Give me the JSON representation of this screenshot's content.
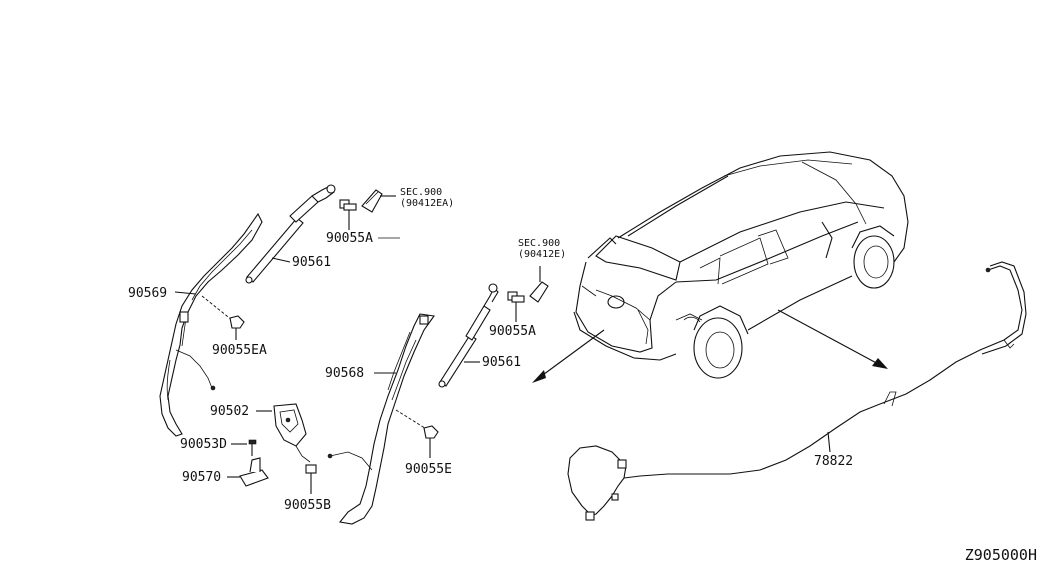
{
  "diagram": {
    "id": "Z905000H",
    "references": [
      {
        "name": "sec-900-upper",
        "line1": "SEC.900",
        "line2": "(90412EA)"
      },
      {
        "name": "sec-900-lower",
        "line1": "SEC.900",
        "line2": "(90412E)"
      }
    ],
    "parts": [
      {
        "name": "90569",
        "label": "90569"
      },
      {
        "name": "90561-upper",
        "label": "90561"
      },
      {
        "name": "90055a-upper",
        "label": "90055A"
      },
      {
        "name": "90055ea",
        "label": "90055EA"
      },
      {
        "name": "90502",
        "label": "90502"
      },
      {
        "name": "90053d",
        "label": "90053D"
      },
      {
        "name": "90570",
        "label": "90570"
      },
      {
        "name": "90055b",
        "label": "90055B"
      },
      {
        "name": "90568",
        "label": "90568"
      },
      {
        "name": "90055e",
        "label": "90055E"
      },
      {
        "name": "90055a-lower",
        "label": "90055A"
      },
      {
        "name": "90561-lower",
        "label": "90561"
      },
      {
        "name": "78822",
        "label": "78822"
      }
    ]
  }
}
